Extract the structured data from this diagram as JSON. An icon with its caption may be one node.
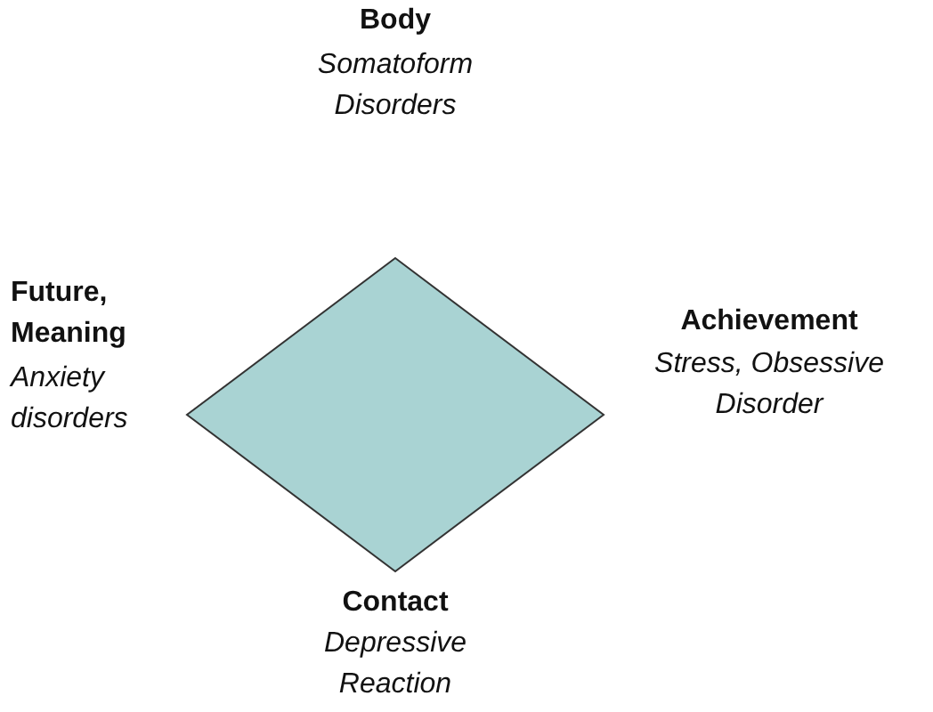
{
  "diagram": {
    "nodes": [
      {
        "text": [],
        "shape": "diamond"
      }
    ],
    "labels": [
      "Body",
      "Somatoform Disorders",
      "Future, Meaning",
      "Anxiety disorders",
      "Achievement",
      "Stress, Obsessive Disorder",
      "Contact",
      "Depressive Reaction"
    ]
  }
}
